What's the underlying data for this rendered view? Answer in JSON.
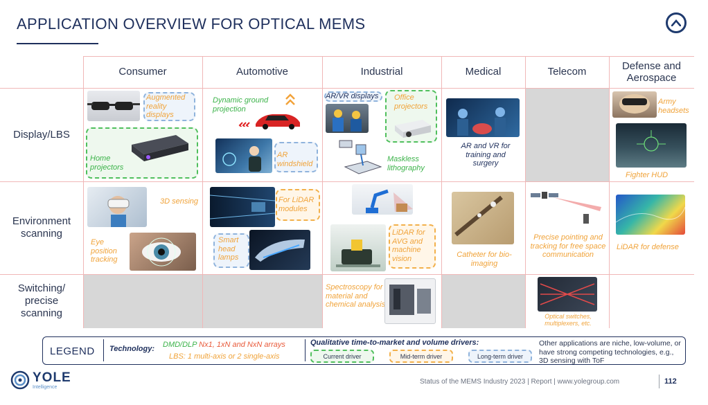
{
  "title": "APPLICATION OVERVIEW FOR OPTICAL MEMS",
  "columns": [
    "Consumer",
    "Automotive",
    "Industrial",
    "Medical",
    "Telecom",
    "Defense and Aerospace"
  ],
  "rows": [
    "Display/LBS",
    "Environment scanning",
    "Switching/ precise scanning"
  ],
  "cells": {
    "consumer_display": [
      "Augmented reality displays",
      "Home projectors"
    ],
    "automotive_display": [
      "Dynamic ground projection",
      "AR windshield"
    ],
    "industrial_display": [
      "AR/VR displays",
      "Office projectors",
      "Maskless lithography"
    ],
    "medical_display": [
      "AR and VR for training and surgery"
    ],
    "defense_display": [
      "Army headsets",
      "Fighter HUD"
    ],
    "consumer_env": [
      "3D sensing",
      "Eye position tracking"
    ],
    "automotive_env": [
      "For LiDAR modules",
      "Smart head lamps"
    ],
    "industrial_env": [
      "LiDAR for AVG and machine vision"
    ],
    "medical_env": [
      "Catheter for bio-imaging"
    ],
    "telecom_env": [
      "Precise pointing and tracking for free space communication"
    ],
    "defense_env": [
      "LiDAR for defense"
    ],
    "industrial_switch": [
      "Spectroscopy for material and chemical analysis"
    ],
    "telecom_switch": [
      "Optical switches, multiplexers, etc."
    ]
  },
  "legend": {
    "title": "LEGEND",
    "technology_label": "Technology:",
    "dmd": "DMD/DLP",
    "arrays": "Nx1, 1xN and NxN arrays",
    "lbs": "LBS: 1 multi-axis or 2 single-axis",
    "qualitative": "Qualitative time-to-market and volume drivers:",
    "current": "Current driver",
    "mid": "Mid-term driver",
    "long": "Long-term driver",
    "other": "Other applications are niche, low-volume, or have strong competing technologies, e.g., 3D sensing with ToF"
  },
  "footer": {
    "logo": "YOLE",
    "logo_sub": "Intelligence",
    "text": "Status of the MEMS Industry 2023 | Report | www.yolegroup.com",
    "page": "112"
  },
  "colors": {
    "current": "#4fbf5c",
    "mid": "#f2b04a",
    "long": "#8fb3dc",
    "accent": "#1e2f5c"
  }
}
